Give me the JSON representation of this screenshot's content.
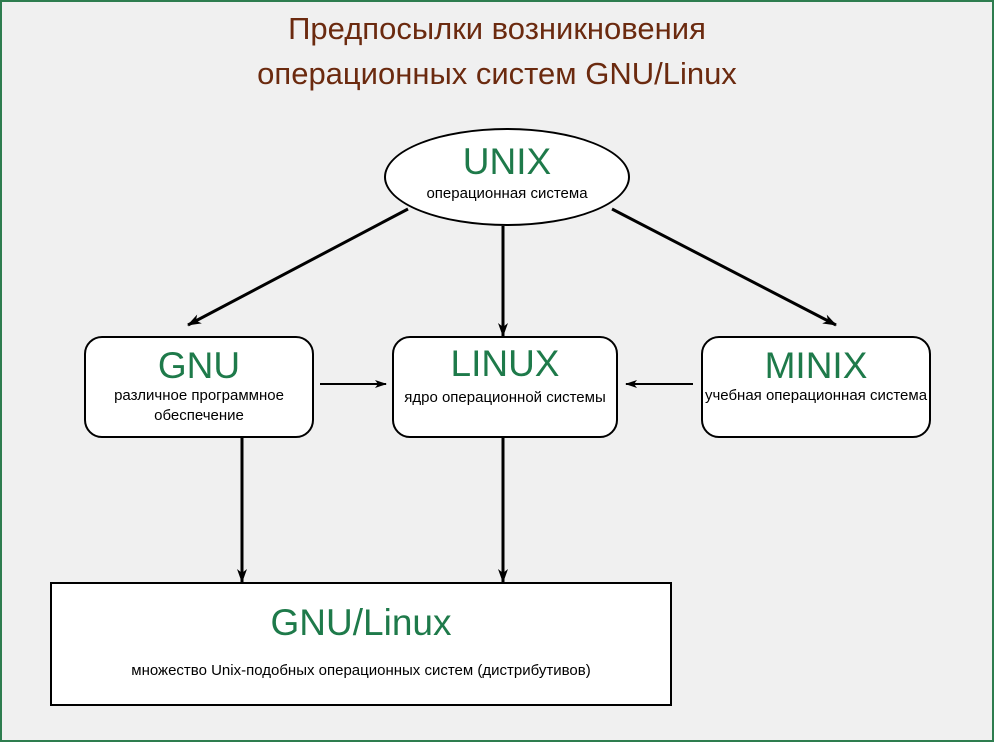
{
  "title": {
    "line1": "Предпосылки возникновения",
    "line2": "операционных систем GNU/Linux"
  },
  "nodes": {
    "unix": {
      "name": "UNIX",
      "desc": "операционная система"
    },
    "gnu": {
      "name": "GNU",
      "desc": "различное программное обеспечение"
    },
    "linux": {
      "name": "LINUX",
      "desc": "ядро операционной системы"
    },
    "minix": {
      "name": "MINIX",
      "desc": "учебная операционная система"
    },
    "gnulinux": {
      "name": "GNU/Linux",
      "desc": "множество Unix-подобных операционных систем (дистрибутивов)"
    }
  },
  "colors": {
    "title": "#6b2a0f",
    "node_name": "#1e7a4a",
    "frame": "#2e7d4f",
    "background": "#f0f0f0"
  }
}
